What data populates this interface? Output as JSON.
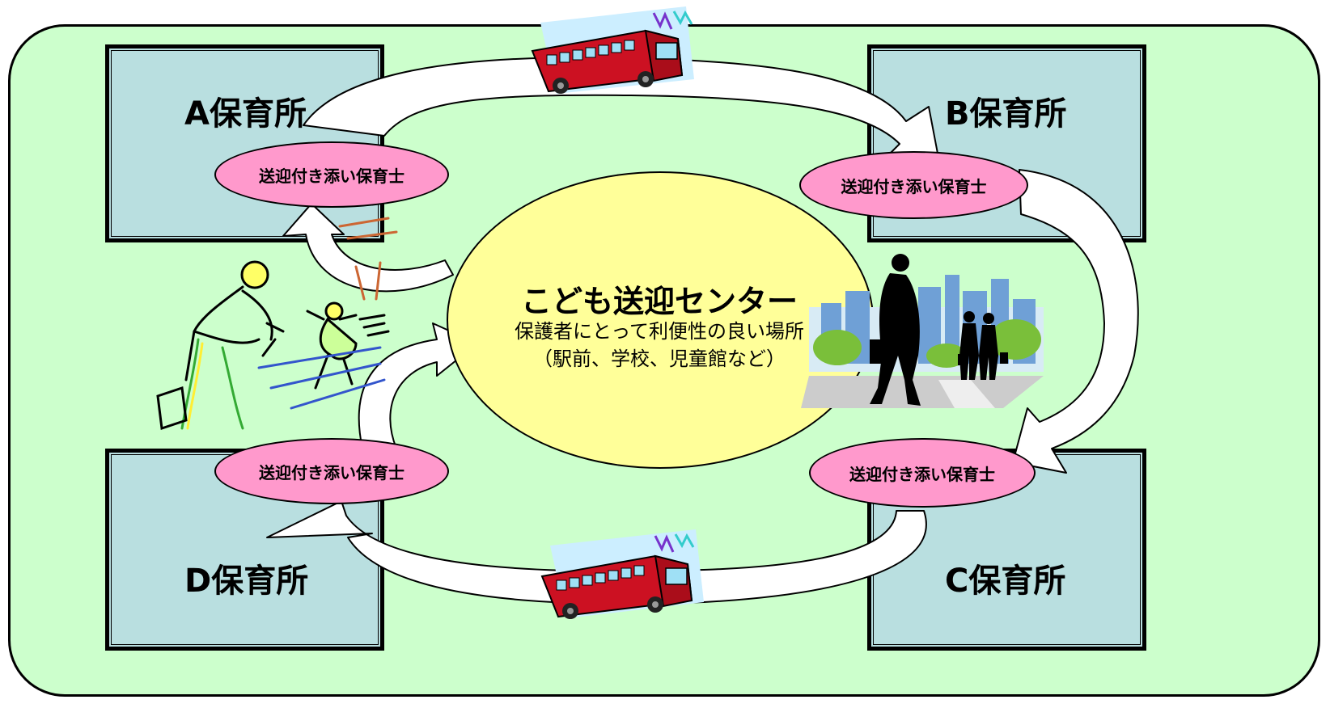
{
  "nurseries": {
    "a": "A保育所",
    "b": "B保育所",
    "c": "C保育所",
    "d": "D保育所"
  },
  "escort_label": "送迎付き添い保育士",
  "center": {
    "title": "こども送迎センター",
    "subtitle": "保護者にとって利便性の良い場所",
    "examples": "（駅前、学校、児童館など）"
  },
  "colors": {
    "background": "#ccffcc",
    "nursery_box": "#b9dfe0",
    "escort_ellipse": "#ff99cc",
    "center_ellipse": "#ffff99",
    "bus": "#cc1122"
  },
  "icons": [
    "bus-icon",
    "bus-icon",
    "parent-child-clipart",
    "commuter-city-clipart"
  ]
}
